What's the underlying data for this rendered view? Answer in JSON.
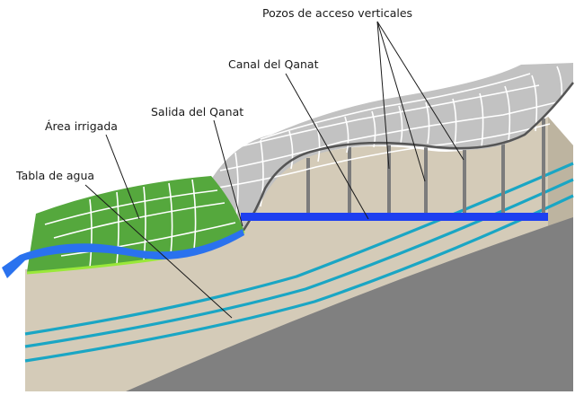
{
  "labels": {
    "shafts": "Pozos de acceso verticales",
    "canal": "Canal del Qanat",
    "outlet": "Salida del Qanat",
    "irrigated": "Área irrigada",
    "water_table": "Tabla de agua"
  },
  "colors": {
    "soil": "#d4cbb8",
    "bedrock": "#808080",
    "surface_gray": "#c2c2c2",
    "surface_green": "#55a83d",
    "field_border": "#9ae83a",
    "canal": "#1d3ff0",
    "river": "#2a72ee",
    "aquifer": "#1aa6c4",
    "shaft": "#7c7c7c",
    "text": "#1a1a1a"
  },
  "icons": {
    "leader": "thin-leader-line"
  }
}
